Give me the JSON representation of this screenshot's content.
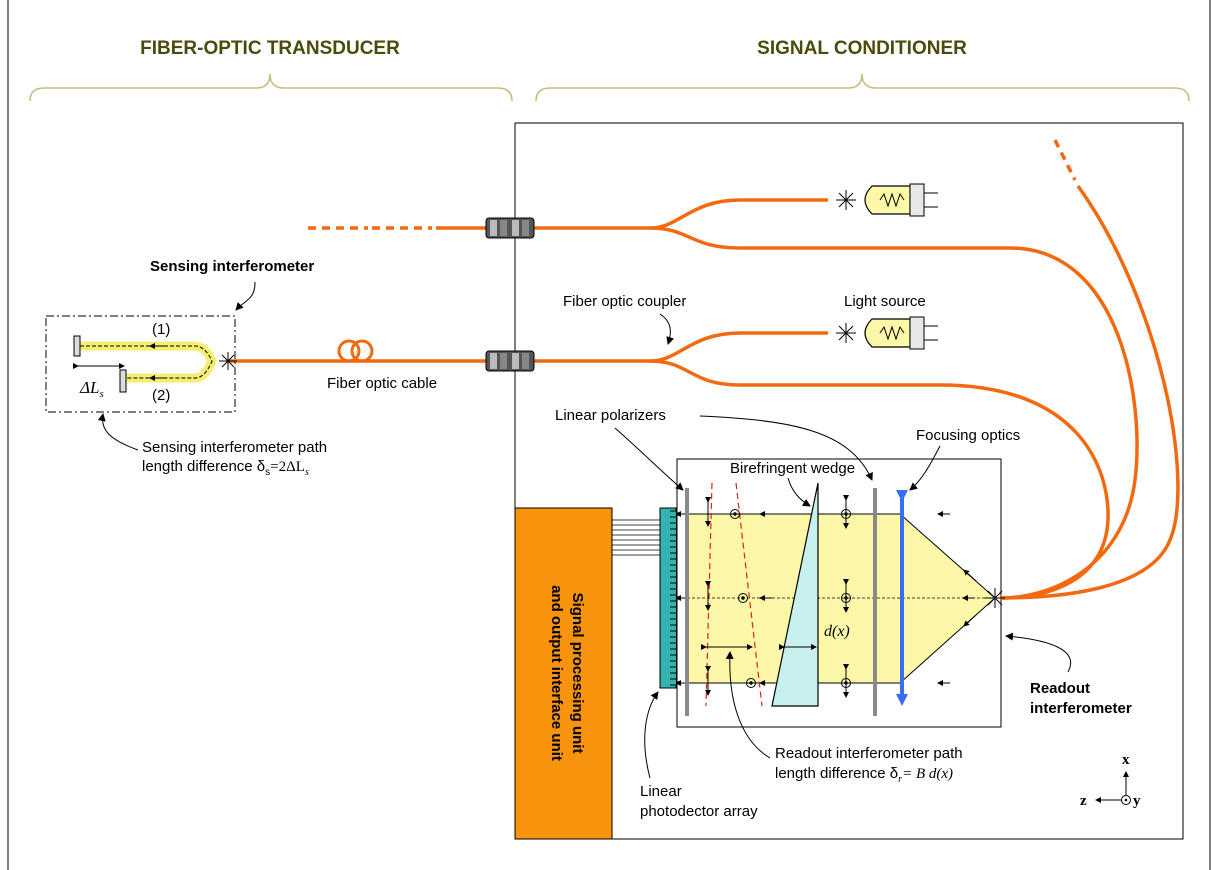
{
  "header": {
    "transducer": "FIBER-OPTIC TRANSDUCER",
    "conditioner": "SIGNAL CONDITIONER"
  },
  "labels": {
    "sensing_interferometer": "Sensing interferometer",
    "arm1": "(1)",
    "arm2": "(2)",
    "delta_ls_sym": "ΔL",
    "delta_ls_sub": "s",
    "sensing_path_line1": "Sensing interferometer path",
    "sensing_path_line2": "length difference δ",
    "sensing_path_sub": "s",
    "sensing_path_eq": "=2ΔL",
    "sensing_path_eq_sub": "s",
    "fiber_optic_cable": "Fiber optic cable",
    "fiber_optic_coupler": "Fiber optic coupler",
    "light_source": "Light source",
    "linear_polarizers": "Linear polarizers",
    "focusing_optics": "Focusing optics",
    "birefringent_wedge": "Birefringent wedge",
    "d_x": "d(x)",
    "spu_line1": "Signal processing unit",
    "spu_line2": "and output interface unit",
    "readout_interferometer_line1": "Readout",
    "readout_interferometer_line2": "interferometer",
    "readout_path_line1": "Readout interferometer path",
    "readout_path_line2": "length difference δ",
    "readout_path_sub": "r",
    "readout_path_eq": "= B d(x)",
    "photodetector_line1": "Linear",
    "photodetector_line2": "photodector array",
    "axis_x": "x",
    "axis_y": "y",
    "axis_z": "z"
  },
  "colors": {
    "fiber": "#f26a10",
    "header": "#4b4b0c",
    "brace": "#c8be7a",
    "beam": "#fdf7a8",
    "spu": "#f7930c",
    "lens": "#3a6ef0",
    "detector": "#34b3b0",
    "wedge": "#c8f0ee"
  }
}
